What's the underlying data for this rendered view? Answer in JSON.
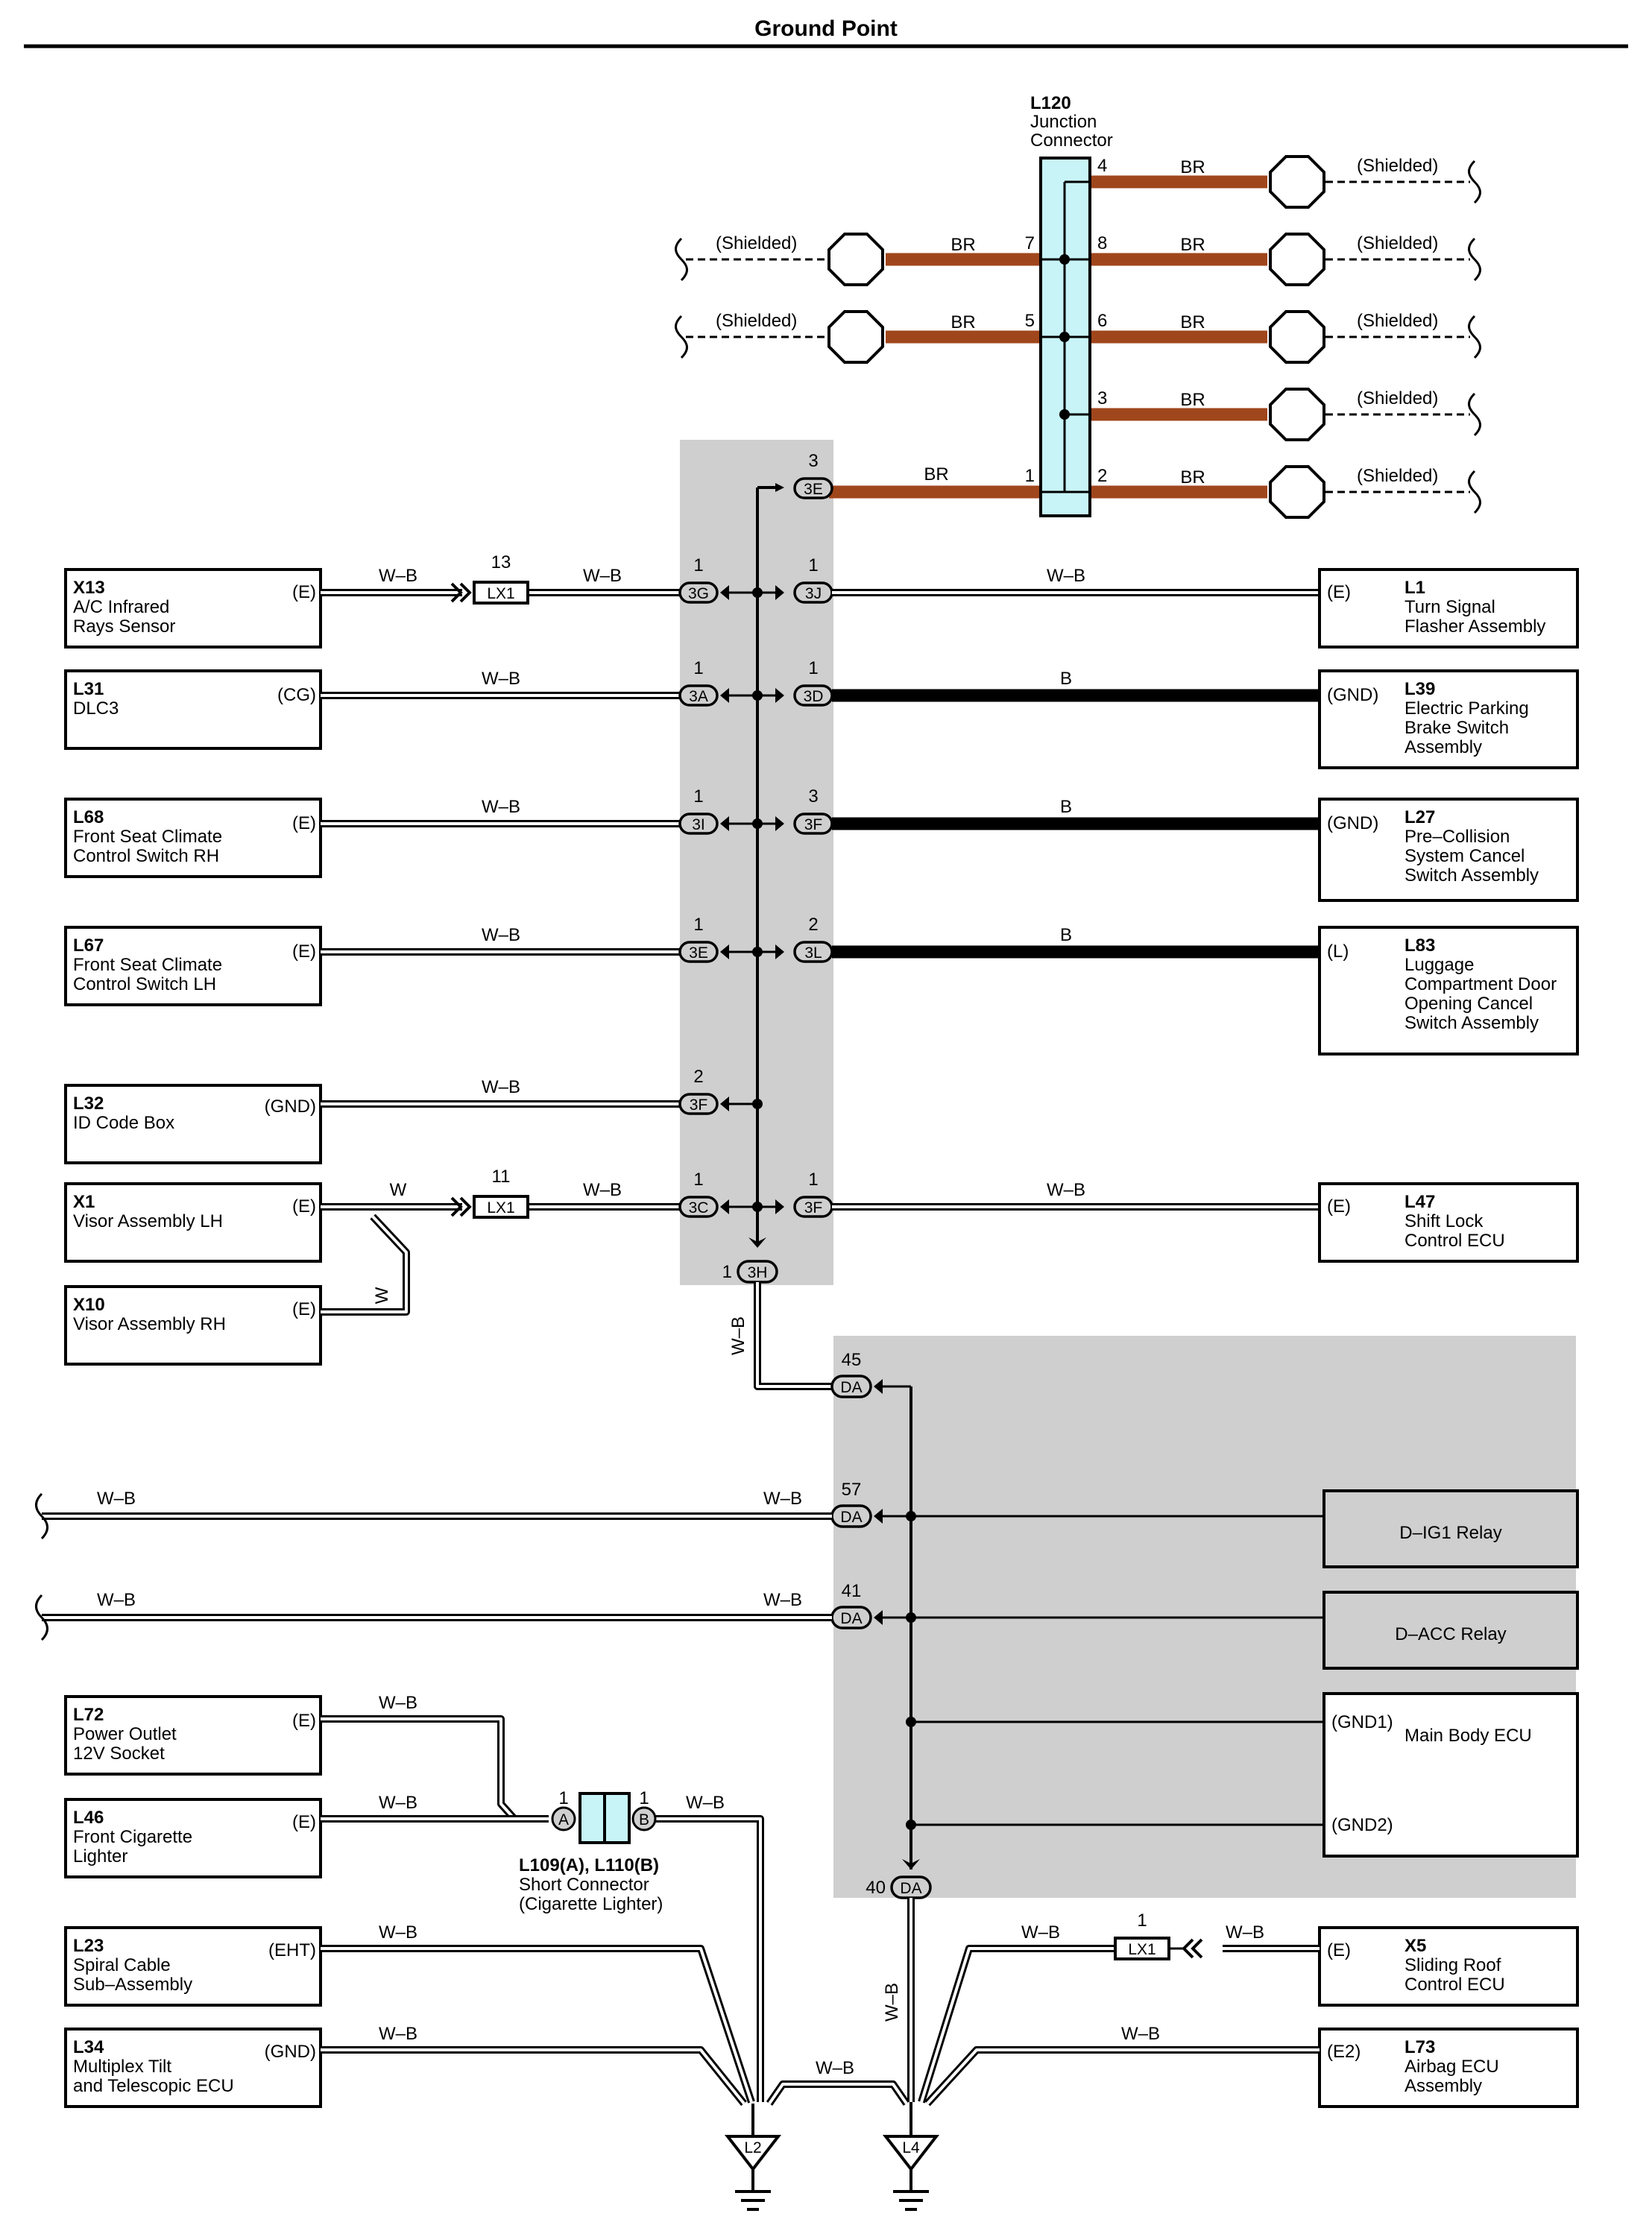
{
  "title": "Ground Point",
  "colors": {
    "br_wire": "#a0461c",
    "shade": "#cfcfcf",
    "junction": "#c8f4f8"
  },
  "junction": {
    "id": "L120",
    "name_l1": "Junction",
    "name_l2": "Connector",
    "pins": [
      "4",
      "8",
      "7",
      "6",
      "5",
      "3",
      "2",
      "1"
    ],
    "wire": "BR",
    "shielded": "(Shielded)"
  },
  "top_conn": {
    "pin": "3",
    "code": "3E",
    "wire": "BR"
  },
  "left": [
    {
      "id": "X13",
      "l1": "A/C Infrared",
      "l2": "Rays Sensor",
      "l3": "",
      "term": "(E)",
      "wire": "W–B"
    },
    {
      "id": "L31",
      "l1": "DLC3",
      "l2": "",
      "l3": "",
      "term": "(CG)",
      "wire": "W–B"
    },
    {
      "id": "L68",
      "l1": "Front Seat Climate",
      "l2": "Control Switch RH",
      "l3": "",
      "term": "(E)",
      "wire": "W–B"
    },
    {
      "id": "L67",
      "l1": "Front Seat Climate",
      "l2": "Control Switch LH",
      "l3": "",
      "term": "(E)",
      "wire": "W–B"
    },
    {
      "id": "L32",
      "l1": "ID Code Box",
      "l2": "",
      "l3": "",
      "term": "(GND)",
      "wire": "W–B"
    },
    {
      "id": "X1",
      "l1": "Visor Assembly LH",
      "l2": "",
      "l3": "",
      "term": "(E)",
      "wire": "W"
    },
    {
      "id": "X10",
      "l1": "Visor Assembly RH",
      "l2": "",
      "l3": "",
      "term": "(E)",
      "wire": "W"
    }
  ],
  "lx1_top": {
    "pin": "13",
    "label": "LX1",
    "wire": "W–B"
  },
  "lx1_mid": {
    "pin": "11",
    "label": "LX1",
    "wire": "W–B"
  },
  "lx1_bot": {
    "pin": "1",
    "label": "LX1",
    "wire": "W–B"
  },
  "left_conns": [
    {
      "pin": "1",
      "code": "3G"
    },
    {
      "pin": "1",
      "code": "3A"
    },
    {
      "pin": "1",
      "code": "3I"
    },
    {
      "pin": "1",
      "code": "3E"
    },
    {
      "pin": "2",
      "code": "3F"
    },
    {
      "pin": "1",
      "code": "3C"
    }
  ],
  "right_conns": [
    {
      "pin": "1",
      "code": "3J"
    },
    {
      "pin": "1",
      "code": "3D"
    },
    {
      "pin": "3",
      "code": "3F"
    },
    {
      "pin": "2",
      "code": "3L"
    },
    {
      "pin": "1",
      "code": "3F"
    }
  ],
  "right": [
    {
      "id": "L1",
      "l1": "Turn Signal",
      "l2": "Flasher Assembly",
      "l3": "",
      "l4": "",
      "term": "(E)",
      "wire": "W–B"
    },
    {
      "id": "L39",
      "l1": "Electric Parking",
      "l2": "Brake Switch",
      "l3": "Assembly",
      "l4": "",
      "term": "(GND)",
      "wire": "B"
    },
    {
      "id": "L27",
      "l1": "Pre–Collision",
      "l2": "System Cancel",
      "l3": "Switch Assembly",
      "l4": "",
      "term": "(GND)",
      "wire": "B"
    },
    {
      "id": "L83",
      "l1": "Luggage",
      "l2": "Compartment Door",
      "l3": "Opening Cancel",
      "l4": "Switch Assembly",
      "term": "(L)",
      "wire": "B"
    },
    {
      "id": "L47",
      "l1": "Shift Lock",
      "l2": "Control ECU",
      "l3": "",
      "l4": "",
      "term": "(E)",
      "wire": "W–B"
    }
  ],
  "c3h": {
    "pin": "1",
    "code": "3H",
    "wire": "W–B"
  },
  "da": [
    {
      "pin": "45",
      "code": "DA"
    },
    {
      "pin": "57",
      "code": "DA"
    },
    {
      "pin": "41",
      "code": "DA"
    },
    {
      "pin": "40",
      "code": "DA"
    }
  ],
  "da_wires": {
    "w1": "W–B",
    "w2": "W–B",
    "w3": "W–B",
    "w4": "W–B",
    "w40": "W–B"
  },
  "relays": {
    "dig1": "D–IG1 Relay",
    "dacc": "D–ACC Relay"
  },
  "main_ecu": {
    "name": "Main Body ECU",
    "gnd1": "(GND1)",
    "gnd2": "(GND2)"
  },
  "bottom_left": [
    {
      "id": "L72",
      "l1": "Power Outlet",
      "l2": "12V Socket",
      "term": "(E)",
      "wire": "W–B"
    },
    {
      "id": "L46",
      "l1": "Front Cigarette",
      "l2": "Lighter",
      "term": "(E)",
      "wire": "W–B"
    },
    {
      "id": "L23",
      "l1": "Spiral Cable",
      "l2": "Sub–Assembly",
      "term": "(EHT)",
      "wire": "W–B"
    },
    {
      "id": "L34",
      "l1": "Multiplex Tilt",
      "l2": "and Telescopic ECU",
      "term": "(GND)",
      "wire": "W–B"
    }
  ],
  "short_conn": {
    "pinA": "1",
    "pinB": "1",
    "a": "A",
    "b": "B",
    "l1": "L109(A), L110(B)",
    "l2": "Short Connector",
    "l3": "(Cigarette Lighter)",
    "wire": "W–B"
  },
  "bottom_right": [
    {
      "id": "X5",
      "l1": "Sliding Roof",
      "l2": "Control ECU",
      "term": "(E)",
      "wire": "W–B"
    },
    {
      "id": "L73",
      "l1": "Airbag ECU",
      "l2": "Assembly",
      "term": "(E2)",
      "wire": "W–B"
    }
  ],
  "ground": {
    "l2": "L2",
    "l4": "L4",
    "link": "W–B"
  }
}
